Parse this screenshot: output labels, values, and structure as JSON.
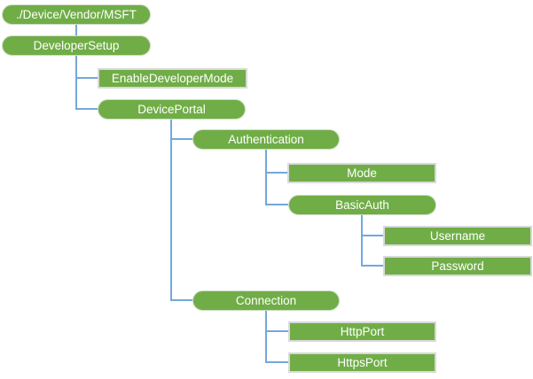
{
  "diagram": {
    "type": "tree",
    "colors": {
      "node_fill": "#70AD47",
      "node_text": "#FFFFFF",
      "rect_border": "#D9D9D9",
      "connector": "#74A7DC",
      "background": "#FFFFFF"
    },
    "nodes": [
      {
        "id": "root",
        "label": "./Device/Vendor/MSFT",
        "shape": "pill",
        "parent": null
      },
      {
        "id": "developer-setup",
        "label": "DeveloperSetup",
        "shape": "pill",
        "parent": "root"
      },
      {
        "id": "enable-developer-mode",
        "label": "EnableDeveloperMode",
        "shape": "rect",
        "parent": "developer-setup"
      },
      {
        "id": "device-portal",
        "label": "DevicePortal",
        "shape": "pill",
        "parent": "developer-setup"
      },
      {
        "id": "authentication",
        "label": "Authentication",
        "shape": "pill",
        "parent": "device-portal"
      },
      {
        "id": "mode",
        "label": "Mode",
        "shape": "rect",
        "parent": "authentication"
      },
      {
        "id": "basic-auth",
        "label": "BasicAuth",
        "shape": "pill",
        "parent": "authentication"
      },
      {
        "id": "username",
        "label": "Username",
        "shape": "rect",
        "parent": "basic-auth"
      },
      {
        "id": "password",
        "label": "Password",
        "shape": "rect",
        "parent": "basic-auth"
      },
      {
        "id": "connection",
        "label": "Connection",
        "shape": "pill",
        "parent": "device-portal"
      },
      {
        "id": "http-port",
        "label": "HttpPort",
        "shape": "rect",
        "parent": "connection"
      },
      {
        "id": "https-port",
        "label": "HttpsPort",
        "shape": "rect",
        "parent": "connection"
      }
    ]
  }
}
